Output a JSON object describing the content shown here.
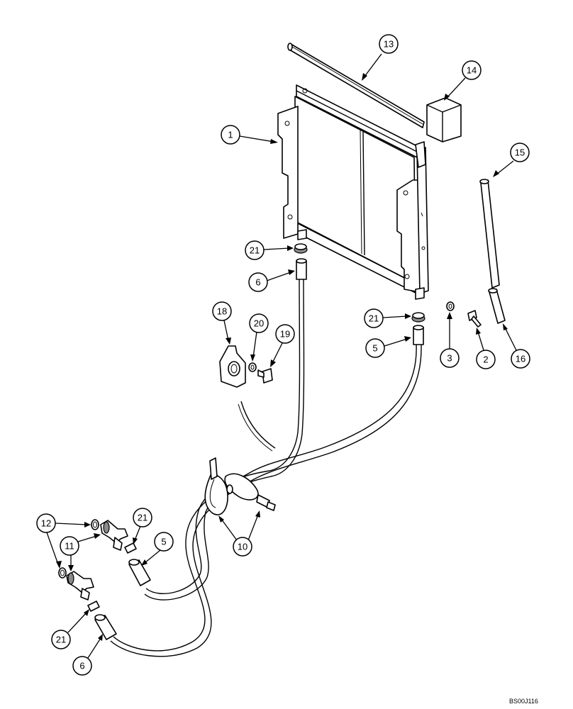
{
  "figure_ref": "BS00J116",
  "callout_labels": {
    "c1": "1",
    "c13": "13",
    "c14": "14",
    "c15": "15",
    "c16": "16",
    "c21a": "21",
    "c6a": "6",
    "c21b": "21",
    "c5a": "5",
    "c3": "3",
    "c2": "2",
    "c18": "18",
    "c20": "20",
    "c19": "19",
    "c12": "12",
    "c11": "11",
    "c21c": "21",
    "c5b": "5",
    "c10": "10",
    "c21d": "21",
    "c6b": "6"
  }
}
